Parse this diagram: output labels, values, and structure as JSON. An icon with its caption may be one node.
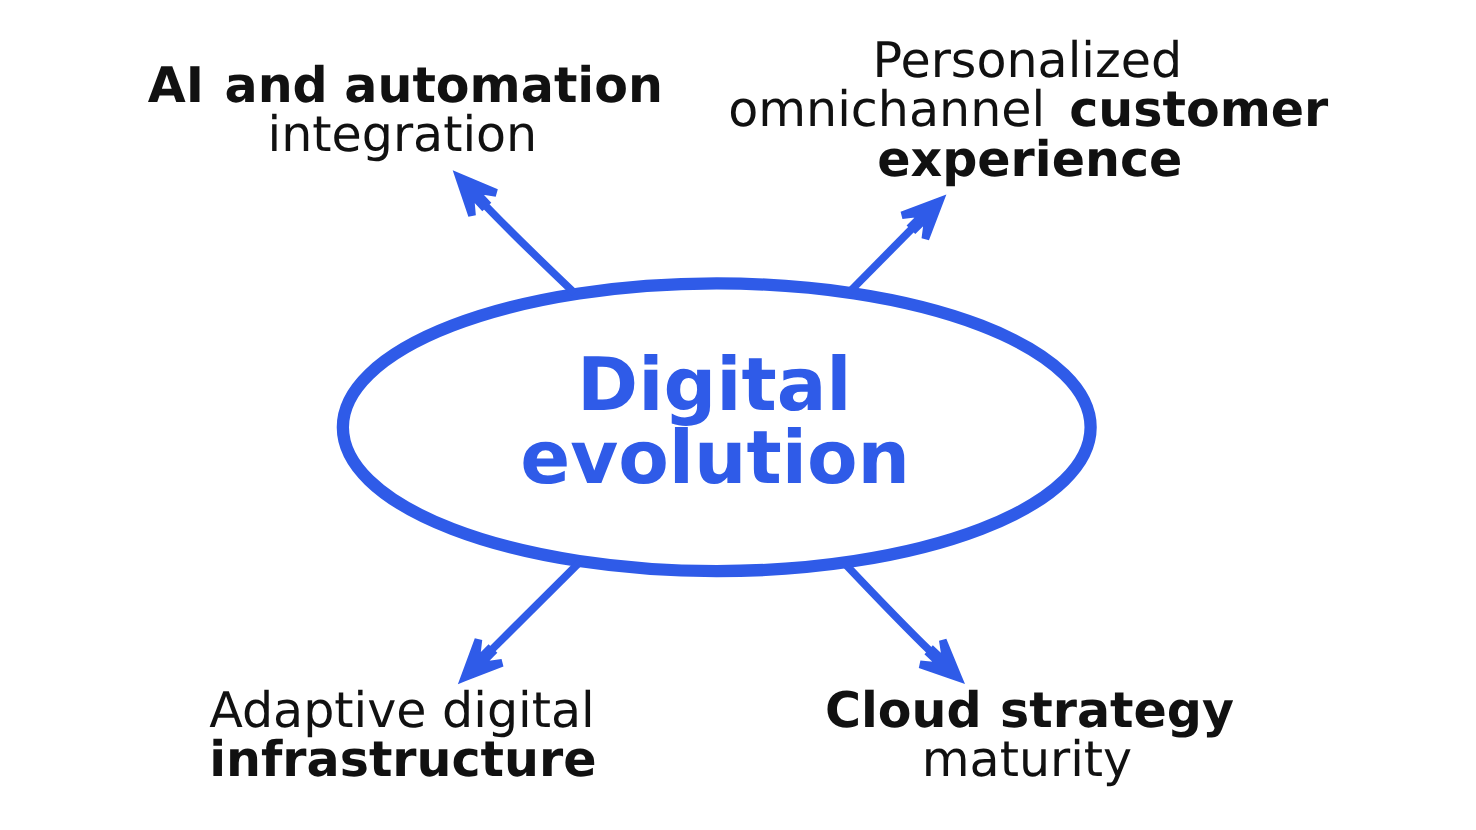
{
  "diagram": {
    "nodes": [
      {
        "text": [
          "Personalized omnichannel **customer experience**"
        ]
      },
      {
        "text": [
          "**AI and automation** integration"
        ]
      },
      {
        "text": [
          "Digital evolution"
        ]
      },
      {
        "text": [
          "Adaptive digital **infrastructure**"
        ]
      },
      {
        "text": [
          "**Cloud strategy** maturity"
        ]
      }
    ],
    "edges": [
      {
        "from": 2,
        "to": 0,
        "arrow": "to"
      },
      {
        "from": 2,
        "to": 1,
        "arrow": "to"
      },
      {
        "from": 2,
        "to": 3,
        "arrow": "to"
      },
      {
        "from": 2,
        "to": 4,
        "arrow": "to"
      }
    ]
  }
}
